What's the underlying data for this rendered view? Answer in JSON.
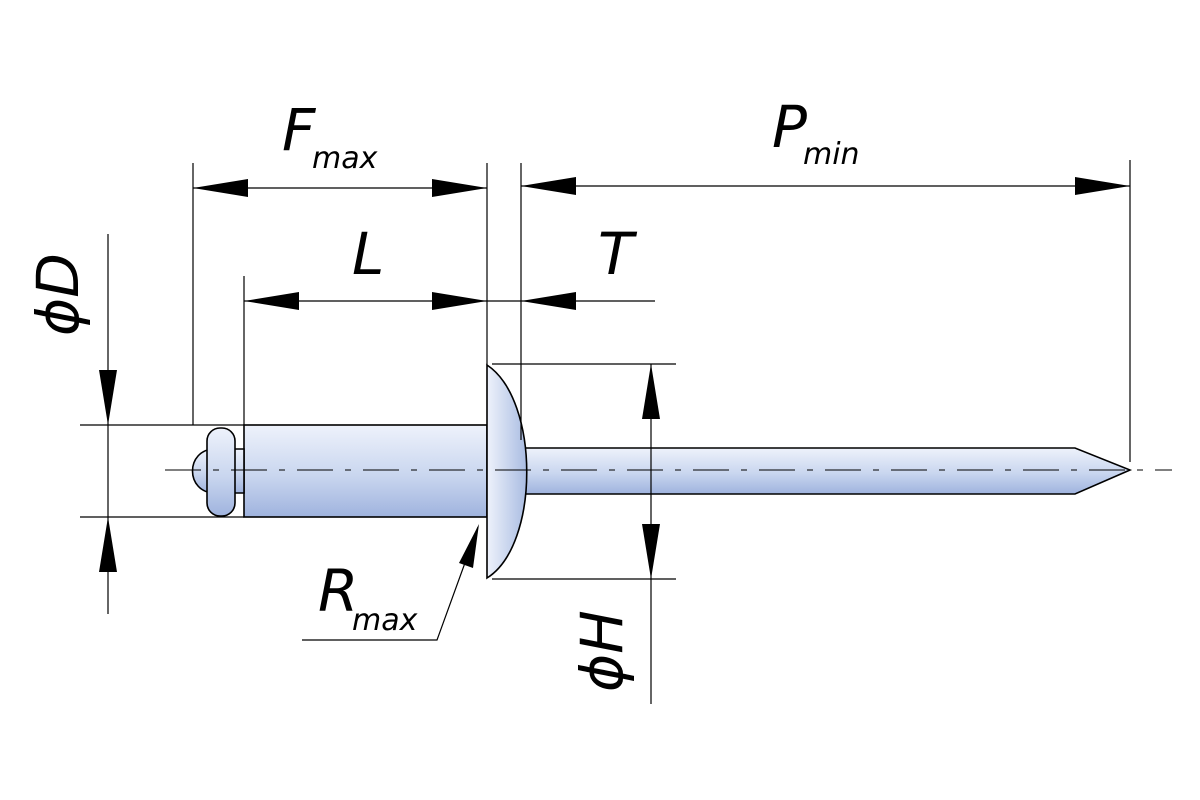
{
  "labels": {
    "f_main": "F",
    "f_sub": "max",
    "p_main": "P",
    "p_sub": "min",
    "l_main": "L",
    "t_main": "T",
    "d_main": "ϕD",
    "h_main": "ϕH",
    "r_main": "R",
    "r_sub": "max"
  },
  "colors": {
    "metal_light": "#eef2fb",
    "metal_mid": "#c9d6ef",
    "metal_dark": "#9fb3de",
    "line": "#000000",
    "background": "#ffffff"
  }
}
